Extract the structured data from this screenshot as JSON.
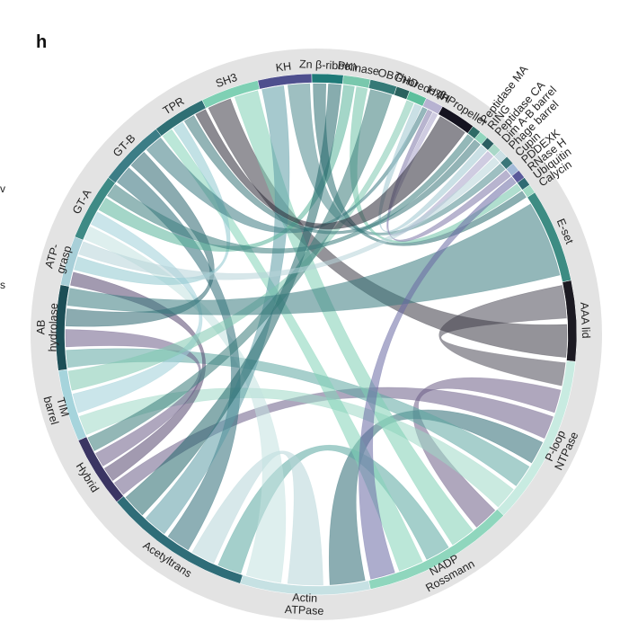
{
  "panel_label": "h",
  "edge_fragments": [
    "v",
    "s"
  ],
  "colors": {
    "outer_ring": "#e3e3e3",
    "palette": [
      "#95d9c0",
      "#6bbfaa",
      "#3f8f8c",
      "#2c6a72",
      "#1f4a57",
      "#5e566e",
      "#7a6a90",
      "#4a3f6b",
      "#b9c4d8",
      "#c8e2e2",
      "#83b3bd",
      "#a6c7cf"
    ]
  },
  "segments": [
    {
      "id": "aaa-lid",
      "label": "AAA lid",
      "color": "#1c1a22"
    },
    {
      "id": "ploop",
      "label": "P-loop\nNTPase",
      "color": "#c8ebe1"
    },
    {
      "id": "nadp",
      "label": "NADP\nRossmann",
      "color": "#8fd6bd"
    },
    {
      "id": "actin",
      "label": "Actin\nATPase",
      "color": "#c6e1e3"
    },
    {
      "id": "acetyl",
      "label": "Acetyltrans",
      "color": "#2f6d78"
    },
    {
      "id": "hybrid",
      "label": "Hybrid",
      "color": "#3b3563"
    },
    {
      "id": "tim",
      "label": "TIM\nbarrel",
      "color": "#a6d4dc"
    },
    {
      "id": "ab-hydro",
      "label": "AB\nhydrolase",
      "color": "#1d4e56"
    },
    {
      "id": "atp-grasp",
      "label": "ATP-\ngrasp",
      "color": "#a8cfd8"
    },
    {
      "id": "gt-a",
      "label": "GT-A",
      "color": "#3e8a85"
    },
    {
      "id": "gt-b",
      "label": "GT-B",
      "color": "#3c7d86"
    },
    {
      "id": "tpr",
      "label": "TPR",
      "color": "#2f6f74"
    },
    {
      "id": "sh3",
      "label": "SH3",
      "color": "#7fd0b4"
    },
    {
      "id": "kh",
      "label": "KH",
      "color": "#4e4f8e"
    },
    {
      "id": "zn-ribbon",
      "label": "Zn β-ribbon",
      "color": "#1f7a78"
    },
    {
      "id": "pkinase",
      "label": "PKinase",
      "color": "#79c8ad"
    },
    {
      "id": "ob",
      "label": "OB",
      "color": "#357a77"
    },
    {
      "id": "ghd",
      "label": "GHD",
      "color": "#2a625f"
    },
    {
      "id": "thioredoxin",
      "label": "Thioredoxin",
      "color": "#5dbf9c"
    },
    {
      "id": "hth",
      "label": "HTH",
      "color": "#b7b2d1"
    },
    {
      "id": "b-propeller",
      "label": "β-Propeller",
      "color": "#151320"
    },
    {
      "id": "peptidase-ma",
      "label": "Peptidase MA",
      "color": "#2f6b66"
    },
    {
      "id": "ring",
      "label": "RING",
      "color": "#91d5bd"
    },
    {
      "id": "peptidase-ca",
      "label": "Peptidase CA",
      "color": "#2b5e61"
    },
    {
      "id": "dim-ab",
      "label": "Dim A-B barrel",
      "color": "#a9d8c8"
    },
    {
      "id": "phage-barrel",
      "label": "Phage barrel",
      "color": "#cbdfe4"
    },
    {
      "id": "cupin",
      "label": "Cupin",
      "color": "#3a7679"
    },
    {
      "id": "pddexk",
      "label": "PDDEXK",
      "color": "#a2b9d7"
    },
    {
      "id": "rnase-h",
      "label": "RNase H",
      "color": "#5a5a9a"
    },
    {
      "id": "ubiquitin",
      "label": "Ubiquitin",
      "color": "#2f6b73"
    },
    {
      "id": "calycin",
      "label": "Calycin",
      "color": "#9fd9c3"
    },
    {
      "id": "e-set",
      "label": "E-set",
      "color": "#3d8c83"
    }
  ],
  "links": [
    {
      "from": "aaa-lid",
      "to": "ploop",
      "color": "#4d4a57"
    },
    {
      "from": "aaa-lid",
      "to": "sh3",
      "color": "#3c3b46"
    },
    {
      "from": "ploop",
      "to": "nadp",
      "color": "#6e5f86"
    },
    {
      "from": "ploop",
      "to": "hybrid",
      "color": "#6b5f88"
    },
    {
      "from": "ploop",
      "to": "actin",
      "color": "#2c6a72"
    },
    {
      "from": "ploop",
      "to": "ab-hydro",
      "color": "#5ea7a3"
    },
    {
      "from": "ploop",
      "to": "tim",
      "color": "#9fd8c6"
    },
    {
      "from": "nadp",
      "to": "sh3",
      "color": "#7fd0b4"
    },
    {
      "from": "nadp",
      "to": "acetyl",
      "color": "#5aa8a0"
    },
    {
      "from": "nadp",
      "to": "tpr",
      "color": "#83d3b8"
    },
    {
      "from": "actin",
      "to": "acetyl",
      "color": "#b6d6d9"
    },
    {
      "from": "actin",
      "to": "gt-a",
      "color": "#c3e1e0"
    },
    {
      "from": "acetyl",
      "to": "gt-b",
      "color": "#2f6d78"
    },
    {
      "from": "acetyl",
      "to": "kh",
      "color": "#5d9ca5"
    },
    {
      "from": "hybrid",
      "to": "atp-grasp",
      "color": "#55476f"
    },
    {
      "from": "hybrid",
      "to": "ab-hydro",
      "color": "#6e5f89"
    },
    {
      "from": "tim",
      "to": "gt-a",
      "color": "#9fcfd8"
    },
    {
      "from": "tim",
      "to": "thioredoxin",
      "color": "#7fc9b0"
    },
    {
      "from": "ab-hydro",
      "to": "gt-b",
      "color": "#2b6670"
    },
    {
      "from": "ab-hydro",
      "to": "e-set",
      "color": "#3a7c80"
    },
    {
      "from": "atp-grasp",
      "to": "tpr",
      "color": "#8fc9cf"
    },
    {
      "from": "gt-a",
      "to": "pkinase",
      "color": "#5ab49a"
    },
    {
      "from": "gt-b",
      "to": "hth",
      "color": "#3e7c83"
    },
    {
      "from": "tpr",
      "to": "ring",
      "color": "#3b777a"
    },
    {
      "from": "kh",
      "to": "cupin",
      "color": "#4f8a8e"
    },
    {
      "from": "zn-ribbon",
      "to": "calycin",
      "color": "#2c6e71"
    },
    {
      "from": "zn-ribbon",
      "to": "acetyl",
      "color": "#25686b"
    },
    {
      "from": "pkinase",
      "to": "ubiquitin",
      "color": "#70c3a7"
    },
    {
      "from": "ob",
      "to": "hybrid",
      "color": "#3a7b7a"
    },
    {
      "from": "thioredoxin",
      "to": "peptidase-ca",
      "color": "#9ec7cf"
    },
    {
      "from": "hth",
      "to": "pddexk",
      "color": "#7e77a8"
    },
    {
      "from": "hth",
      "to": "dim-ab",
      "color": "#a8a3c8"
    },
    {
      "from": "b-propeller",
      "to": "tpr",
      "color": "#2c2a37"
    },
    {
      "from": "peptidase-ma",
      "to": "gt-a",
      "color": "#3d7d7d"
    },
    {
      "from": "rnase-h",
      "to": "nadp",
      "color": "#6a6aa4"
    },
    {
      "from": "phage-barrel",
      "to": "atp-grasp",
      "color": "#b6d3d9"
    }
  ]
}
